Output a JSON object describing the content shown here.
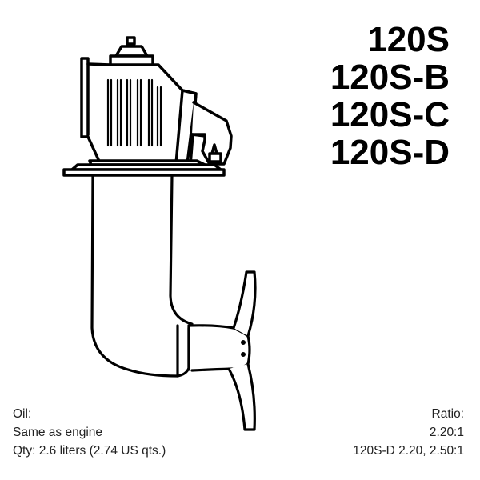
{
  "models": {
    "items": [
      "120S",
      "120S-B",
      "120S-C",
      "120S-D"
    ]
  },
  "oil": {
    "label": "Oil:",
    "type": "Same as engine",
    "quantity": "Qty: 2.6 liters (2.74 US qts.)"
  },
  "ratio": {
    "label": "Ratio:",
    "standard": "2.20:1",
    "variant": "120S-D 2.20, 2.50:1"
  },
  "illustration": {
    "subject": "sail-drive-unit-line-drawing"
  }
}
